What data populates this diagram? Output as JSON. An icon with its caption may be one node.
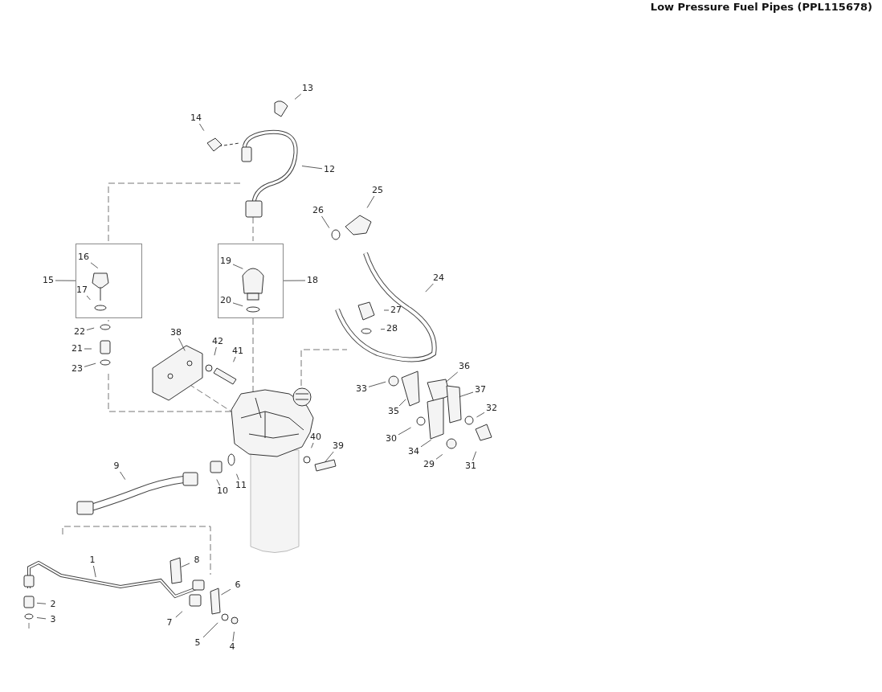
{
  "diagram": {
    "title": "Low Pressure Fuel Pipes (PPL115678)",
    "nodes": [
      {
        "text": [],
        "shape": "box"
      },
      {
        "text": [],
        "shape": "box"
      },
      {
        "text": [
          "1"
        ]
      },
      {
        "text": [
          "2"
        ]
      },
      {
        "text": [
          "3"
        ]
      },
      {
        "text": [
          "4"
        ]
      },
      {
        "text": [
          "5"
        ]
      },
      {
        "text": [
          "6"
        ]
      },
      {
        "text": [
          "7"
        ]
      },
      {
        "text": [
          "8"
        ]
      },
      {
        "text": [
          "9"
        ]
      },
      {
        "text": [
          "10"
        ]
      },
      {
        "text": [
          "11"
        ]
      },
      {
        "text": [
          "12"
        ]
      },
      {
        "text": [
          "13"
        ]
      },
      {
        "text": [
          "14"
        ]
      },
      {
        "text": [
          "15"
        ]
      },
      {
        "text": [
          "16"
        ],
        "in": 0
      },
      {
        "text": [
          "17"
        ],
        "in": 0
      },
      {
        "text": [
          "18"
        ]
      },
      {
        "text": [
          "19"
        ],
        "in": 1
      },
      {
        "text": [
          "20"
        ],
        "in": 1
      },
      {
        "text": [
          "21"
        ]
      },
      {
        "text": [
          "22"
        ]
      },
      {
        "text": [
          "23"
        ]
      },
      {
        "text": [
          "24"
        ]
      },
      {
        "text": [
          "25"
        ]
      },
      {
        "text": [
          "26"
        ]
      },
      {
        "text": [
          "27"
        ]
      },
      {
        "text": [
          "28"
        ]
      },
      {
        "text": [
          "29"
        ]
      },
      {
        "text": [
          "30"
        ]
      },
      {
        "text": [
          "31"
        ]
      },
      {
        "text": [
          "32"
        ]
      },
      {
        "text": [
          "33"
        ]
      },
      {
        "text": [
          "34"
        ]
      },
      {
        "text": [
          "35"
        ]
      },
      {
        "text": [
          "36"
        ]
      },
      {
        "text": [
          "37"
        ]
      },
      {
        "text": [
          "38"
        ]
      },
      {
        "text": [
          "39"
        ]
      },
      {
        "text": [
          "40"
        ]
      },
      {
        "text": [
          "41"
        ]
      },
      {
        "text": [
          "42"
        ]
      }
    ],
    "edges": [
      {
        "from": 2,
        "to": null,
        "arrow": "none"
      },
      {
        "from": 3,
        "to": null,
        "arrow": "none"
      },
      {
        "from": 4,
        "to": null,
        "arrow": "none"
      },
      {
        "from": 5,
        "to": null,
        "arrow": "none"
      },
      {
        "from": 6,
        "to": null,
        "arrow": "none"
      },
      {
        "from": 7,
        "to": null,
        "arrow": "none"
      },
      {
        "from": 8,
        "to": null,
        "arrow": "none"
      },
      {
        "from": 9,
        "to": null,
        "arrow": "none"
      },
      {
        "from": 10,
        "to": null,
        "arrow": "none"
      },
      {
        "from": 11,
        "to": null,
        "arrow": "none"
      },
      {
        "from": 12,
        "to": null,
        "arrow": "none"
      },
      {
        "from": 13,
        "to": null,
        "arrow": "none"
      },
      {
        "from": 14,
        "to": null,
        "arrow": "none"
      },
      {
        "from": 15,
        "to": null,
        "arrow": "none"
      },
      {
        "from": 16,
        "to": 0,
        "arrow": "none"
      },
      {
        "from": 17,
        "to": null,
        "arrow": "none"
      },
      {
        "from": 18,
        "to": null,
        "arrow": "none"
      },
      {
        "from": 19,
        "to": 1,
        "arrow": "none"
      },
      {
        "from": 20,
        "to": null,
        "arrow": "none"
      },
      {
        "from": 21,
        "to": null,
        "arrow": "none"
      },
      {
        "from": 22,
        "to": null,
        "arrow": "none"
      },
      {
        "from": 23,
        "to": null,
        "arrow": "none"
      },
      {
        "from": 24,
        "to": null,
        "arrow": "none"
      },
      {
        "from": 25,
        "to": null,
        "arrow": "none"
      },
      {
        "from": 26,
        "to": null,
        "arrow": "none"
      },
      {
        "from": 27,
        "to": null,
        "arrow": "none"
      },
      {
        "from": 28,
        "to": null,
        "arrow": "none"
      },
      {
        "from": 29,
        "to": null,
        "arrow": "none"
      },
      {
        "from": 30,
        "to": null,
        "arrow": "none"
      },
      {
        "from": 31,
        "to": null,
        "arrow": "none"
      },
      {
        "from": 32,
        "to": null,
        "arrow": "none"
      },
      {
        "from": 33,
        "to": null,
        "arrow": "none"
      },
      {
        "from": 34,
        "to": null,
        "arrow": "none"
      },
      {
        "from": 35,
        "to": null,
        "arrow": "none"
      },
      {
        "from": 36,
        "to": null,
        "arrow": "none"
      },
      {
        "from": 37,
        "to": null,
        "arrow": "none"
      },
      {
        "from": 38,
        "to": null,
        "arrow": "none"
      },
      {
        "from": 39,
        "to": null,
        "arrow": "none"
      },
      {
        "from": 40,
        "to": null,
        "arrow": "none"
      },
      {
        "from": 41,
        "to": null,
        "arrow": "none"
      },
      {
        "from": 42,
        "to": null,
        "arrow": "none"
      },
      {
        "from": 43,
        "to": null,
        "arrow": "none"
      }
    ]
  }
}
